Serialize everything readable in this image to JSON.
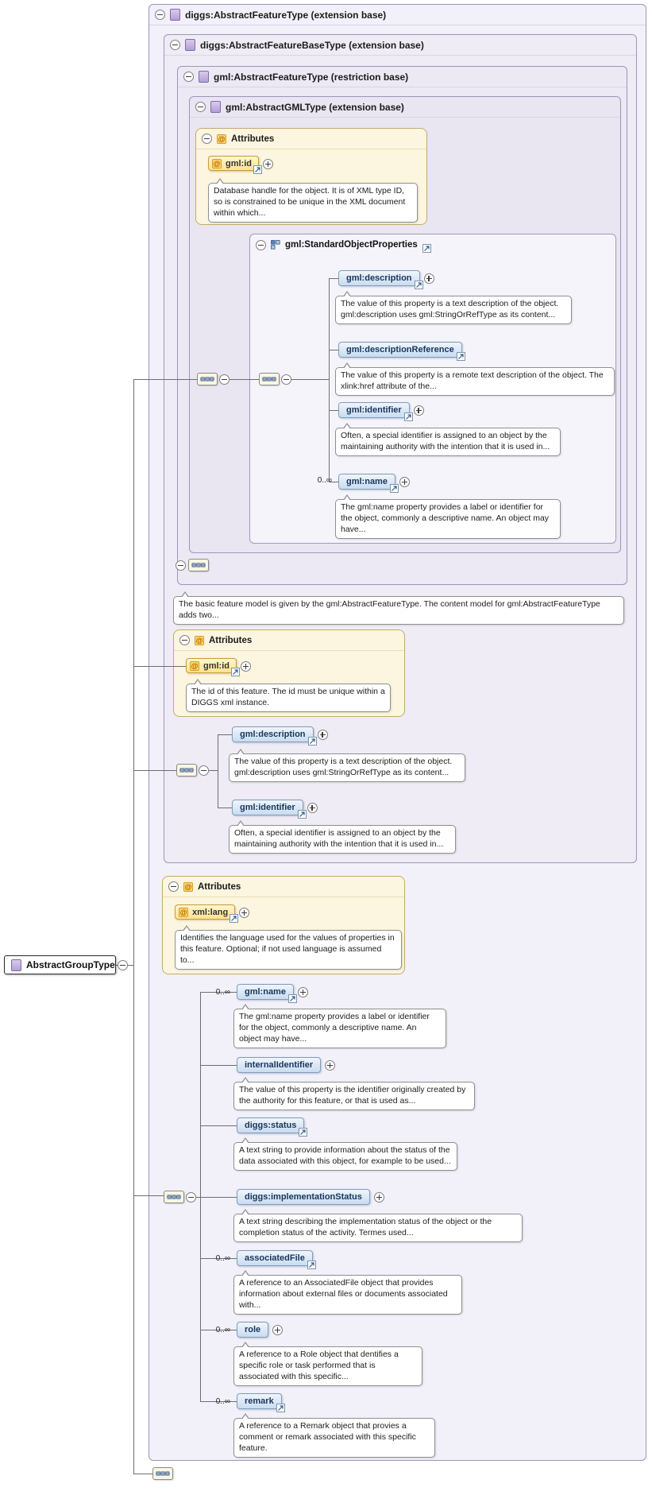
{
  "palette": {
    "box_fill": "#ECE9F4",
    "box_border": "#9D94BC",
    "attr_fill": "#FCF5DF",
    "attr_border": "#C2AB72",
    "element_fill": "#C9DCF0",
    "element_border": "#7F9DB9",
    "attr_chip_border": "#C99B3F",
    "type_icon": "#C0AEDC"
  },
  "ui": {
    "at": "@"
  },
  "root": {
    "label": "AbstractGroupType"
  },
  "boxes": [
    {
      "label": "diggs:AbstractFeatureType (extension base)"
    },
    {
      "label": "diggs:AbstractFeatureBaseType (extension base)"
    },
    {
      "label": "gml:AbstractFeatureType (restriction base)"
    },
    {
      "label": "gml:AbstractGMLType (extension base)"
    }
  ],
  "note": "The basic feature model is given by the gml:AbstractFeatureType. The content model for gml:AbstractFeatureType adds two...",
  "attr_sections": [
    {
      "title": "Attributes",
      "attr": "gml:id",
      "desc": "Database handle for the object. It is of XML type ID, so is constrained to be unique in the XML document within which..."
    },
    {
      "title": "Attributes",
      "attr": "gml:id",
      "desc": "The id of this feature. The id must be unique within a DIGGS xml instance."
    },
    {
      "title": "Attributes",
      "attr": "xml:lang",
      "desc": "Identifies the language used for the values of properties in this feature. Optional; if not used language is assumed to..."
    }
  ],
  "sop": {
    "label": "gml:StandardObjectProperties",
    "children": [
      {
        "label": "gml:description",
        "occurs": "",
        "desc": "The value of this property is a text description of the object. gml:description uses gml:StringOrRefType as its content..."
      },
      {
        "label": "gml:descriptionReference",
        "occurs": "",
        "desc": "The value of this property is a remote text description of the object. The xlink:href attribute of the..."
      },
      {
        "label": "gml:identifier",
        "occurs": "",
        "desc": "Often, a special identifier is assigned to an object by the maintaining authority with the intention that it is used in..."
      },
      {
        "label": "gml:name",
        "occurs": "0..∞",
        "desc": "The gml:name property provides a label or identifier for the object, commonly a descriptive name. An object may have..."
      }
    ]
  },
  "feature_children": [
    {
      "label": "gml:description",
      "desc": "The value of this property is a text description of the object. gml:description uses gml:StringOrRefType as its content..."
    },
    {
      "label": "gml:identifier",
      "desc": "Often, a special identifier is assigned to an object by the maintaining authority with the intention that it is used in..."
    }
  ],
  "group_children": [
    {
      "label": "gml:name",
      "occurs": "0..∞",
      "desc": "The gml:name property provides a label or identifier for the object, commonly a descriptive name. An object may have..."
    },
    {
      "label": "internalIdentifier",
      "occurs": "",
      "desc": "The value of this property is the identifier originally created by the authority for this feature, or that is used as..."
    },
    {
      "label": "diggs:status",
      "occurs": "",
      "desc": "A text string to provide information about the status of the data associated with this object, for example to be used..."
    },
    {
      "label": "diggs:implementationStatus",
      "occurs": "",
      "desc": "A text string describing the implementation status of the object or the completion status of the activity. Termes used..."
    },
    {
      "label": "associatedFile",
      "occurs": "0..∞",
      "desc": "A reference to an AssociatedFile object that provides information about external files or documents associated with..."
    },
    {
      "label": "role",
      "occurs": "0..∞",
      "desc": "A reference to a Role object that dentifies a specific role or task performed that is associated with this specific..."
    },
    {
      "label": "remark",
      "occurs": "0..∞",
      "desc": "A reference to a Remark object that provies a comment or remark associated with this specific feature."
    }
  ]
}
